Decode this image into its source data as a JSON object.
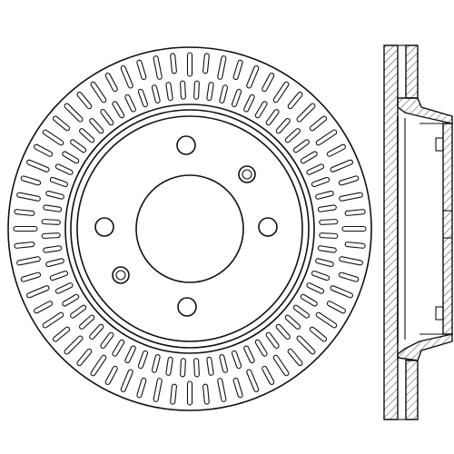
{
  "drawing": {
    "subject": "brake-disc",
    "views": [
      "front-view",
      "side-section-view"
    ],
    "vent_slots": {
      "outer_ring_count": 64,
      "inner_ring_count": 64
    },
    "stud_holes": 4,
    "centering_holes": 2,
    "line_color": "#111111",
    "background_color": "#ffffff"
  }
}
